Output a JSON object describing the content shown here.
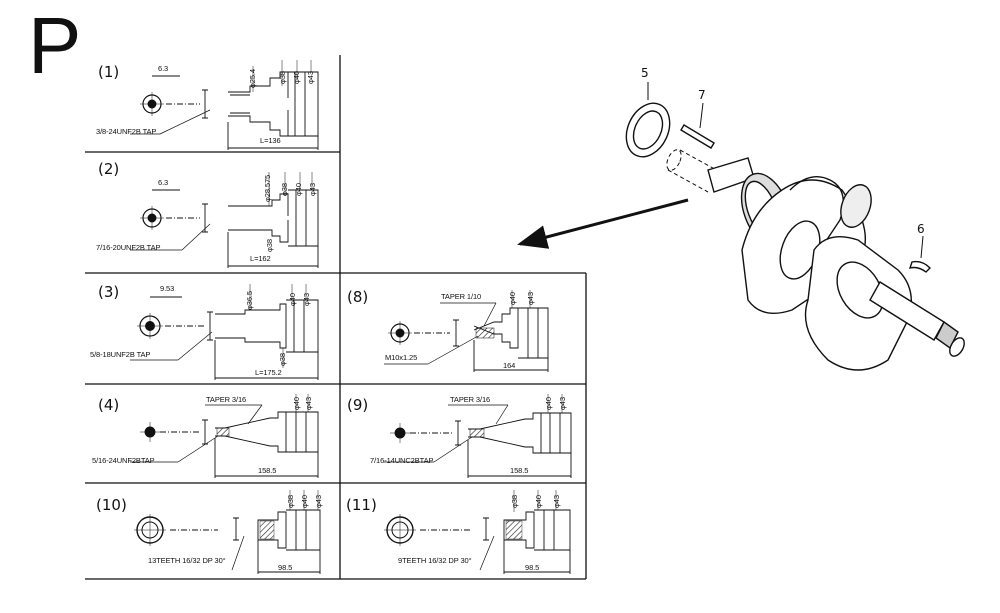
{
  "page_letter": "P",
  "parts": [
    {
      "no": "5"
    },
    {
      "no": "7"
    },
    {
      "no": "6"
    }
  ],
  "cells": [
    {
      "no": "1",
      "offset": "6.3",
      "thread": "3/8-24UNF2B TAP",
      "length": "L=136",
      "dias": [
        "φ25.4",
        "φ38",
        "φ40",
        "φ43"
      ]
    },
    {
      "no": "2",
      "offset": "6.3",
      "thread": "7/16-20UNF2B TAP",
      "length": "L=162",
      "dias": [
        "φ28.575",
        "φ38",
        "φ40",
        "φ43"
      ],
      "dia_low": "φ38"
    },
    {
      "no": "3",
      "offset": "9.53",
      "thread": "5/8-18UNF2B TAP",
      "length": "L=175.2",
      "dias": [
        "φ36.5",
        "φ40",
        "φ43"
      ],
      "dia_low": "φ38"
    },
    {
      "no": "4",
      "taper": "TAPER 3/16",
      "thread": "5/16-24UNF2BTAP",
      "length": "158.5",
      "dias": [
        "φ40",
        "φ43"
      ]
    },
    {
      "no": "8",
      "taper": "TAPER 1/10",
      "thread": "M10x1.25",
      "length": "164",
      "dias": [
        "φ40",
        "φ43"
      ]
    },
    {
      "no": "9",
      "taper": "TAPER 3/16",
      "thread": "7/16-14UNC2BTAP",
      "length": "158.5",
      "dias": [
        "φ40",
        "φ43"
      ]
    },
    {
      "no": "10",
      "spline": "13TEETH 16/32 DP 30°",
      "length": "98.5",
      "dias": [
        "φ38",
        "φ40",
        "φ43"
      ]
    },
    {
      "no": "11",
      "spline": "9TEETH 16/32 DP 30°",
      "length": "98.5",
      "dias": [
        "φ38",
        "φ40",
        "φ43"
      ]
    }
  ]
}
